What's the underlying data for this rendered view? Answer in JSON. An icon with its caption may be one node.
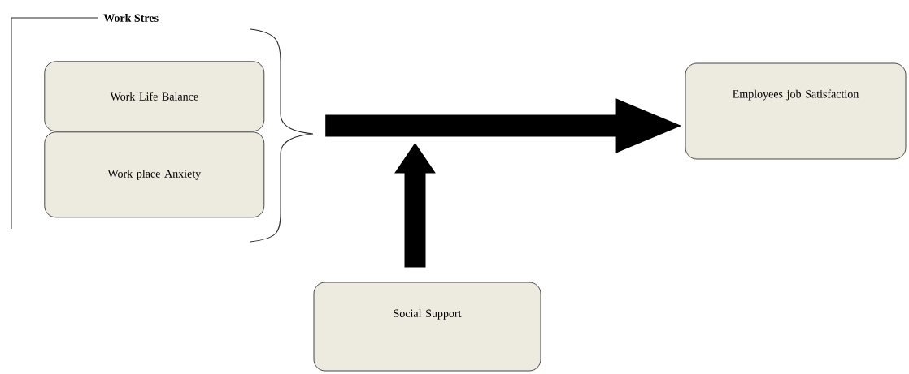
{
  "diagram": {
    "nodes": [
      {
        "text": [
          "Work Stres"
        ]
      },
      {
        "text": [
          "Work Life Balance"
        ],
        "in": 0
      },
      {
        "text": [
          "Work place Anxiety"
        ],
        "in": 0
      },
      {
        "text": [
          "Employees job Satisfaction"
        ]
      },
      {
        "text": [
          "Social Support"
        ]
      }
    ],
    "edges": [
      {
        "from": 0,
        "to": 3,
        "arrow": "to"
      },
      {
        "from": 4,
        "to": null,
        "arrow": "to"
      }
    ]
  }
}
